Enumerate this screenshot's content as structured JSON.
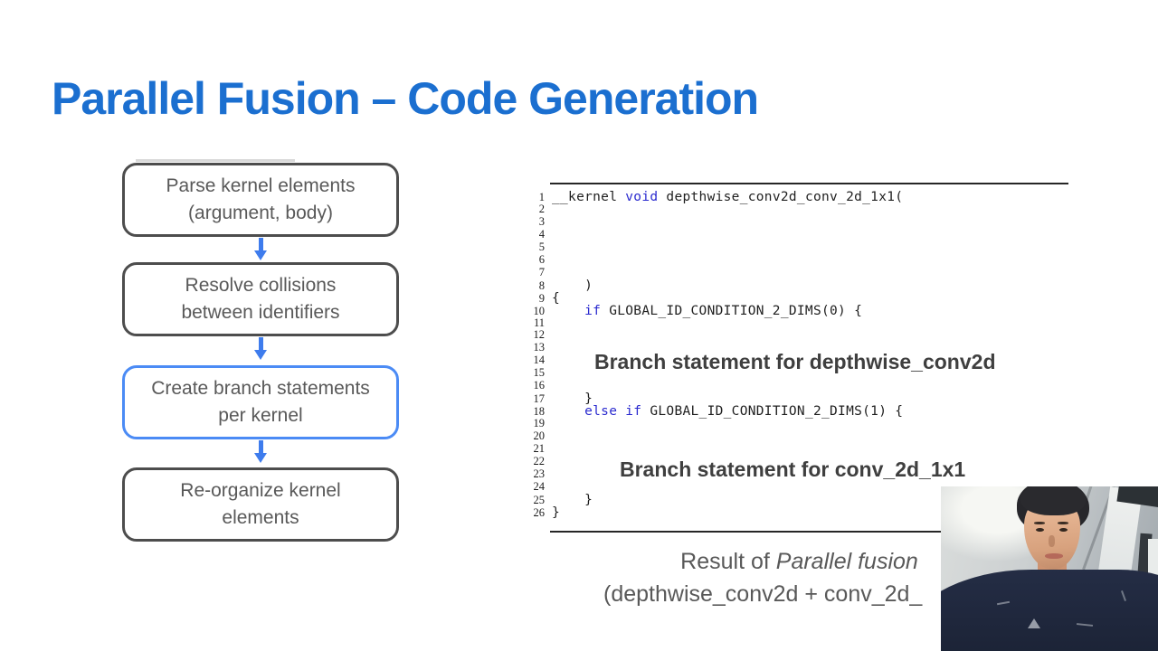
{
  "title": "Parallel Fusion – Code Generation",
  "flowchart": {
    "steps": [
      {
        "label": "Parse kernel elements\n(argument, body)",
        "highlighted": false
      },
      {
        "label": "Resolve collisions\nbetween identifiers",
        "highlighted": false
      },
      {
        "label": "Create branch statements\nper kernel",
        "highlighted": true
      },
      {
        "label": "Re-organize kernel\nelements",
        "highlighted": false
      }
    ]
  },
  "code": {
    "lines": [
      {
        "n": "1",
        "parts": [
          [
            "__kernel ",
            "p"
          ],
          [
            "void",
            "k"
          ],
          [
            " depthwise_conv2d_conv_2d_1x1(",
            "p"
          ]
        ]
      },
      {
        "n": "2",
        "parts": []
      },
      {
        "n": "3",
        "parts": []
      },
      {
        "n": "4",
        "parts": []
      },
      {
        "n": "5",
        "parts": []
      },
      {
        "n": "6",
        "parts": []
      },
      {
        "n": "7",
        "parts": []
      },
      {
        "n": "8",
        "parts": [
          [
            "    )",
            "p"
          ]
        ]
      },
      {
        "n": "9",
        "parts": [
          [
            "{",
            "p"
          ]
        ]
      },
      {
        "n": "10",
        "parts": [
          [
            "    ",
            "p"
          ],
          [
            "if",
            "k"
          ],
          [
            " GLOBAL_ID_CONDITION_2_DIMS(0) {",
            "p"
          ]
        ]
      },
      {
        "n": "11",
        "parts": []
      },
      {
        "n": "12",
        "parts": []
      },
      {
        "n": "13",
        "parts": []
      },
      {
        "n": "14",
        "parts": []
      },
      {
        "n": "15",
        "parts": []
      },
      {
        "n": "16",
        "parts": []
      },
      {
        "n": "17",
        "parts": [
          [
            "    }",
            "p"
          ]
        ]
      },
      {
        "n": "18",
        "parts": [
          [
            "    ",
            "p"
          ],
          [
            "else if",
            "k"
          ],
          [
            " GLOBAL_ID_CONDITION_2_DIMS(1) {",
            "p"
          ]
        ]
      },
      {
        "n": "19",
        "parts": []
      },
      {
        "n": "20",
        "parts": []
      },
      {
        "n": "21",
        "parts": []
      },
      {
        "n": "22",
        "parts": []
      },
      {
        "n": "23",
        "parts": []
      },
      {
        "n": "24",
        "parts": []
      },
      {
        "n": "25",
        "parts": [
          [
            "    }",
            "p"
          ]
        ]
      },
      {
        "n": "26",
        "parts": [
          [
            "}",
            "p"
          ]
        ]
      }
    ]
  },
  "annotations": {
    "branch1": "Branch statement for depthwise_conv2d",
    "branch2": "Branch statement for conv_2d_1x1"
  },
  "caption": {
    "line1_prefix": "Result of ",
    "line1_italic": "Parallel fusion",
    "line2": "(depthwise_conv2d + conv_2d_"
  },
  "colors": {
    "title_blue": "#1b6fd0",
    "highlight_blue": "#4b8bf5",
    "arrow_blue": "#3e7ced",
    "keyword_blue": "#2b2bcf",
    "box_border_gray": "#4d4d4d",
    "box_text_gray": "#595959",
    "annotation_gray": "#3f3f3f",
    "caption_gray": "#595959"
  }
}
